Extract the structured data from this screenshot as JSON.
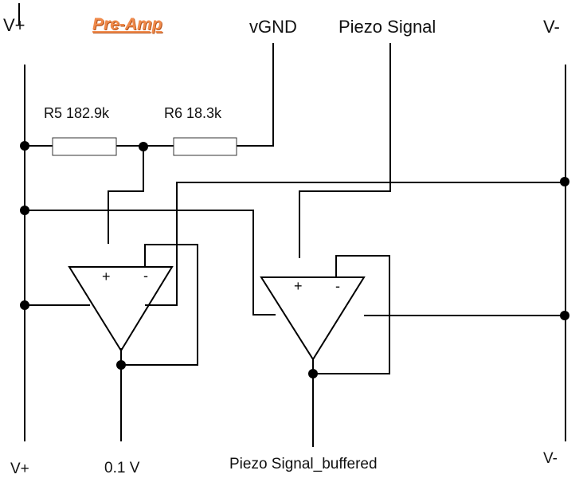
{
  "title": {
    "text": "Pre-Amp",
    "color": "#f08a4b"
  },
  "labels": {
    "v_plus_top": "V+",
    "vgnd": "vGND",
    "piezo_signal": "Piezo Signal",
    "v_minus_top": "V-",
    "r5": "R5  182.9k",
    "r6": "R6  18.3k",
    "v_plus_bottom": "V+",
    "out_voltage": "0.1 V",
    "piezo_buffered": "Piezo Signal_buffered",
    "v_minus_bottom": "V-"
  },
  "opamp1": {
    "plus": "+",
    "minus": "-"
  },
  "opamp2": {
    "plus": "+",
    "minus": "-"
  },
  "colors": {
    "wire": "#000000",
    "resistor_border": "#333333"
  }
}
